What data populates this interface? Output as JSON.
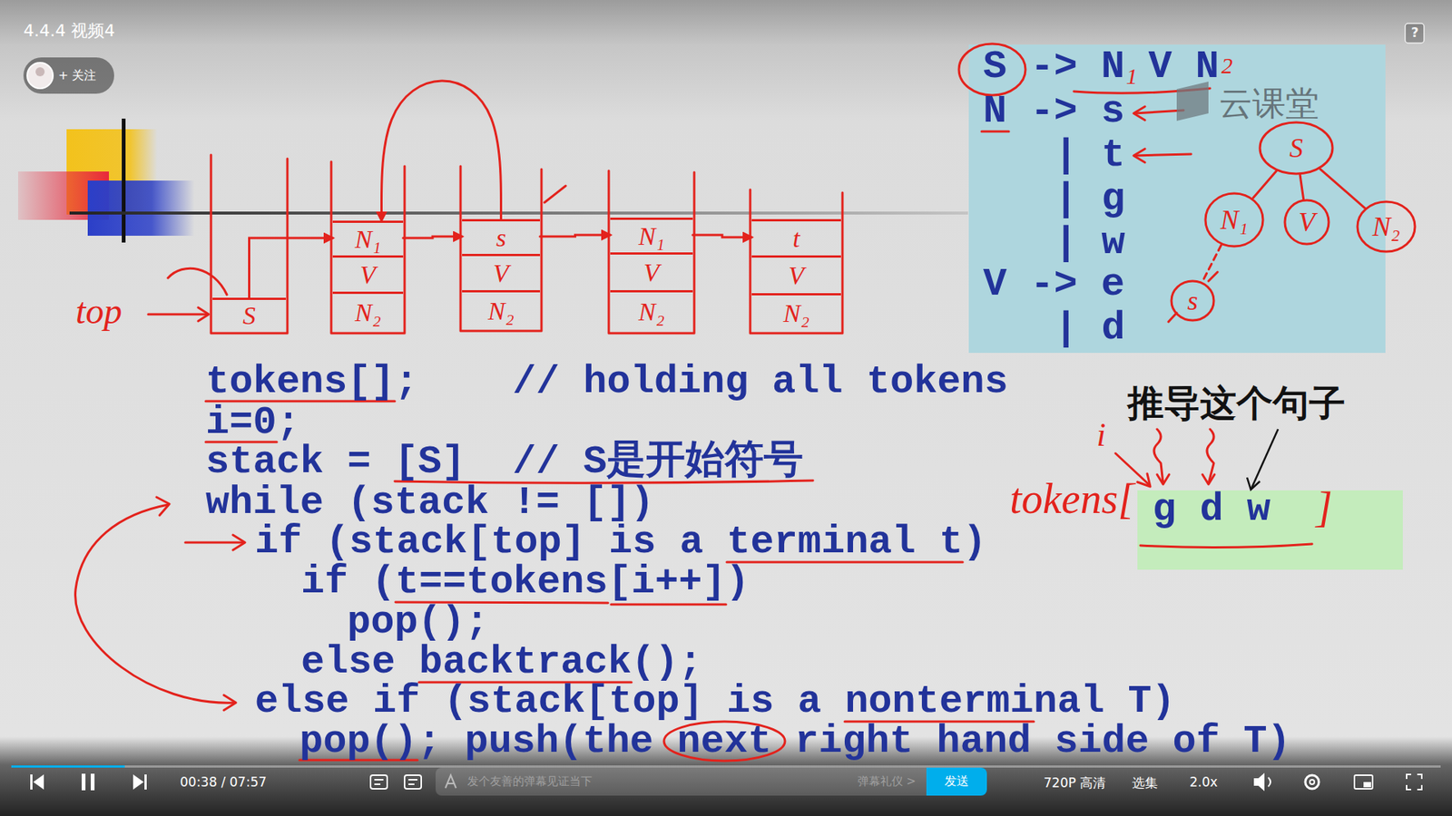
{
  "diagram": {
    "title": "4.4.4 视频4",
    "nodes": [
      {
        "text": [
          "+ 关注"
        ]
      },
      {
        "text": [
          "S"
        ]
      },
      {
        "text": [
          "N₁"
        ]
      },
      {
        "text": [
          "V"
        ]
      },
      {
        "text": [
          "N₂"
        ]
      },
      {
        "text": [
          "s"
        ]
      },
      {
        "text": [
          "V"
        ]
      },
      {
        "text": [
          "N₂"
        ]
      },
      {
        "text": [
          "N₁"
        ]
      },
      {
        "text": [
          "V"
        ]
      },
      {
        "text": [
          "N₂"
        ]
      },
      {
        "text": [
          "t"
        ]
      },
      {
        "text": [
          "V"
        ]
      },
      {
        "text": [
          "N₂"
        ]
      },
      {
        "text": [
          "S -> N V N",
          "N -> s",
          "| t",
          "| g",
          "| w",
          "V -> e",
          "| d"
        ]
      },
      {
        "text": [
          "S"
        ],
        "in": 14
      },
      {
        "text": [
          "N₁"
        ],
        "in": 14
      },
      {
        "text": [
          "V"
        ],
        "in": 14
      },
      {
        "text": [
          "N₂"
        ],
        "in": 14
      },
      {
        "text": [
          "s"
        ],
        "in": 14
      },
      {
        "text": [
          "g d w"
        ]
      },
      {
        "text": [
          "发个友善的弹幕见证当下",
          "弹幕礼仪 >"
        ]
      },
      {
        "text": [
          "发送"
        ]
      }
    ],
    "edges": [
      {
        "from": 1,
        "to": 2,
        "arrow": "to"
      },
      {
        "from": 2,
        "to": 5,
        "arrow": "to"
      },
      {
        "from": 5,
        "to": 2,
        "arrow": "to"
      },
      {
        "from": 5,
        "to": 8,
        "arrow": "to"
      },
      {
        "from": 8,
        "to": 11,
        "arrow": "to"
      },
      {
        "from": 15,
        "to": 16,
        "arrow": "none"
      },
      {
        "from": 15,
        "to": 17,
        "arrow": "none"
      },
      {
        "from": 15,
        "to": 18,
        "arrow": "none"
      },
      {
        "from": 16,
        "to": 19,
        "arrow": "none"
      }
    ],
    "labels": [
      "?",
      "1",
      "2",
      "云课堂",
      "top",
      "tokens[];    // holding all tokens",
      "i=0;",
      "stack = [S]  // S是开始符号",
      "while (stack != [])",
      "if (stack[top] is a terminal t)",
      "if (t==tokens[i++])",
      "pop();",
      "else backtrack();",
      "else if (stack[top] is a nonterminal T)",
      "pop(); push(the next right hand side of T)",
      "推导这个句子",
      "i",
      "tokens[",
      "]",
      "00:38 / 07:57",
      "720P 高清",
      "选集",
      "2.0x"
    ]
  }
}
